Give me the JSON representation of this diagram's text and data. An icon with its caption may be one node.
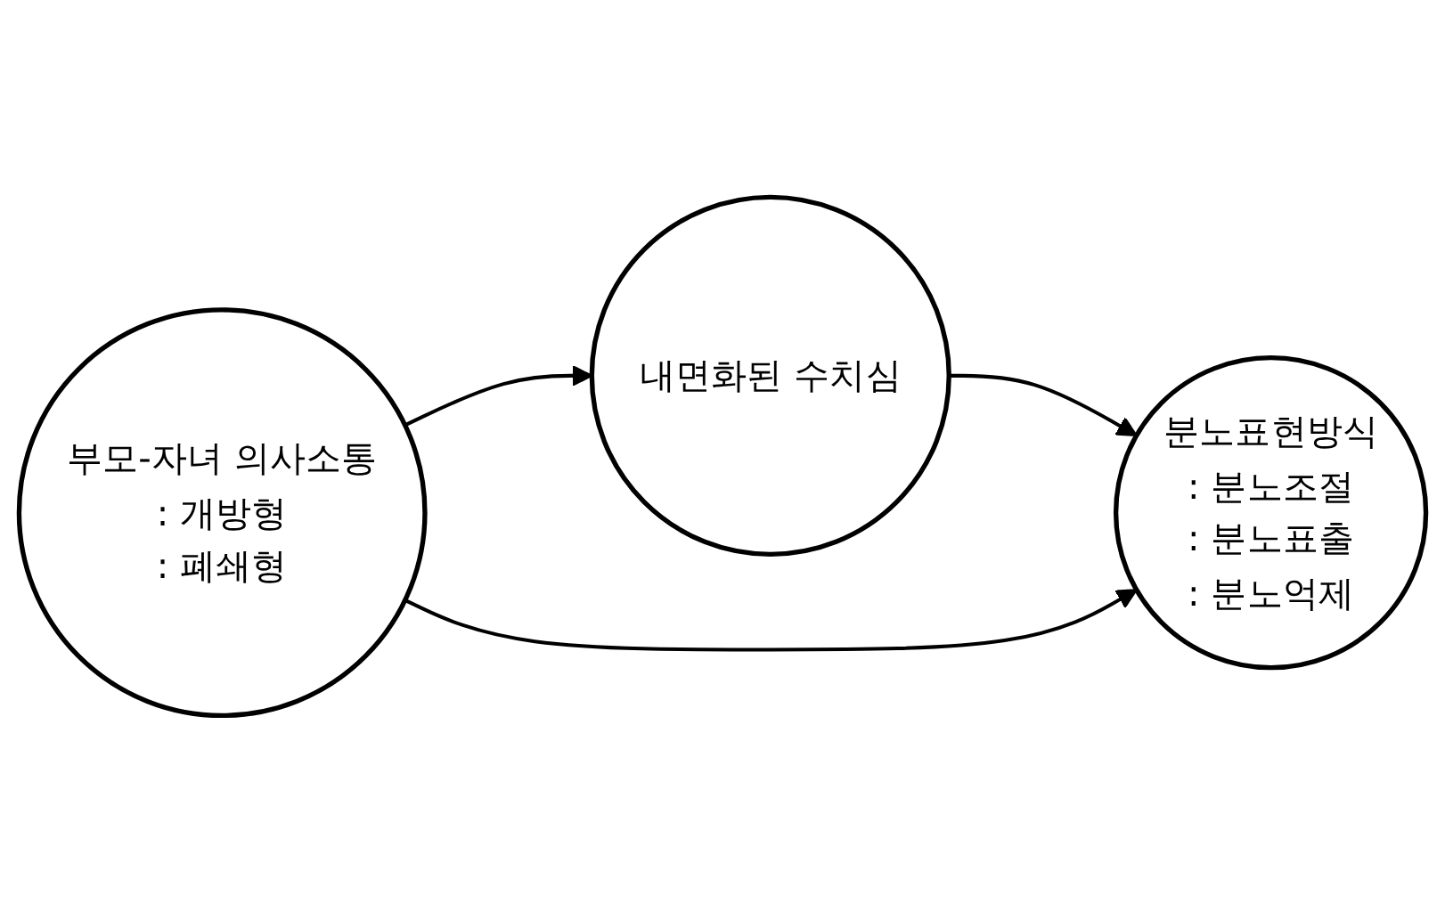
{
  "diagram": {
    "nodes": [
      {
        "text": [
          "내면화된 수치심"
        ]
      },
      {
        "text": [
          "부모-자녀 의사소통",
          ": 개방형",
          ": 폐쇄형"
        ]
      },
      {
        "text": [
          "분노표현방식",
          ": 분노조절",
          ": 분노표출",
          ": 분노억제"
        ]
      }
    ],
    "edges": [
      {
        "from": 1,
        "to": 0,
        "arrow": "to"
      },
      {
        "from": 0,
        "to": 2,
        "arrow": "to"
      },
      {
        "from": 1,
        "to": 2,
        "arrow": "to"
      }
    ]
  }
}
